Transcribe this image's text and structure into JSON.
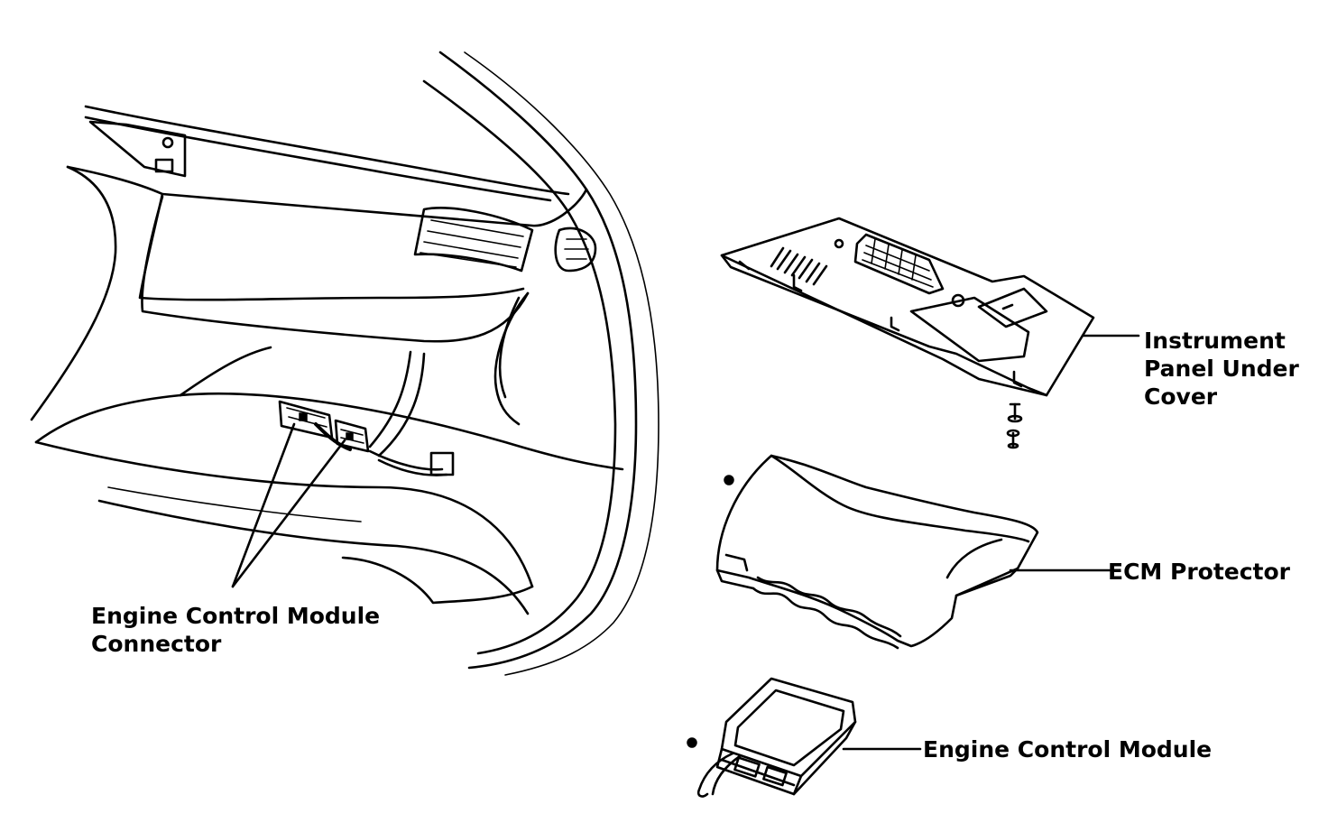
{
  "labels": {
    "ecm_connector_line1": "Engine Control Module",
    "ecm_connector_line2": "Connector",
    "under_cover_line1": "Instrument",
    "under_cover_line2": "Panel Under",
    "under_cover_line3": "Cover",
    "ecm_protector": "ECM Protector",
    "ecm": "Engine Control Module"
  },
  "icons": {
    "dashboard": "dashboard-interior-illustration",
    "under_cover": "instrument-panel-under-cover-illustration",
    "protector": "ecm-protector-illustration",
    "module": "engine-control-module-illustration",
    "bolt": "bolt-icon",
    "nut": "nut-icon"
  },
  "colors": {
    "ink": "#000000",
    "paper": "#ffffff"
  }
}
